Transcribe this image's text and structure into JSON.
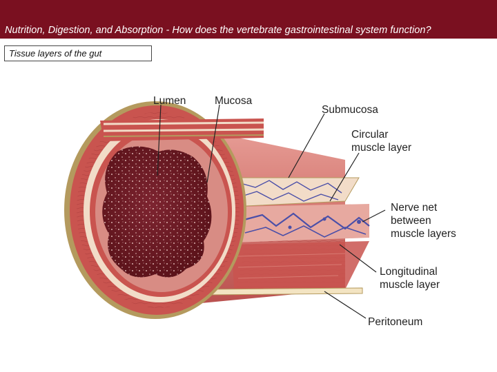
{
  "header": {
    "title": "Nutrition, Digestion, and Absorption - How does the vertebrate gastrointestinal system function?",
    "background": "#7a1020"
  },
  "subtitle": "Tissue layers of the gut",
  "diagram": {
    "labels": {
      "lumen": "Lumen",
      "mucosa": "Mucosa",
      "submucosa": "Submucosa",
      "circular_1": "Circular",
      "circular_2": "muscle layer",
      "nerve_1": "Nerve net",
      "nerve_2": "between",
      "nerve_3": "muscle layers",
      "longitudinal_1": "Longitudinal",
      "longitudinal_2": "muscle layer",
      "peritoneum": "Peritoneum"
    },
    "colors": {
      "muscle": "#c9544f",
      "muscle_dark": "#a8363a",
      "lumen_dark": "#6e1a24",
      "mucosa": "#d88c84",
      "submucosa": "#f2dcc8",
      "nerve": "#4b4fa8",
      "peritoneum": "#f3e4c2",
      "peritoneum_edge": "#b49a5e"
    }
  }
}
